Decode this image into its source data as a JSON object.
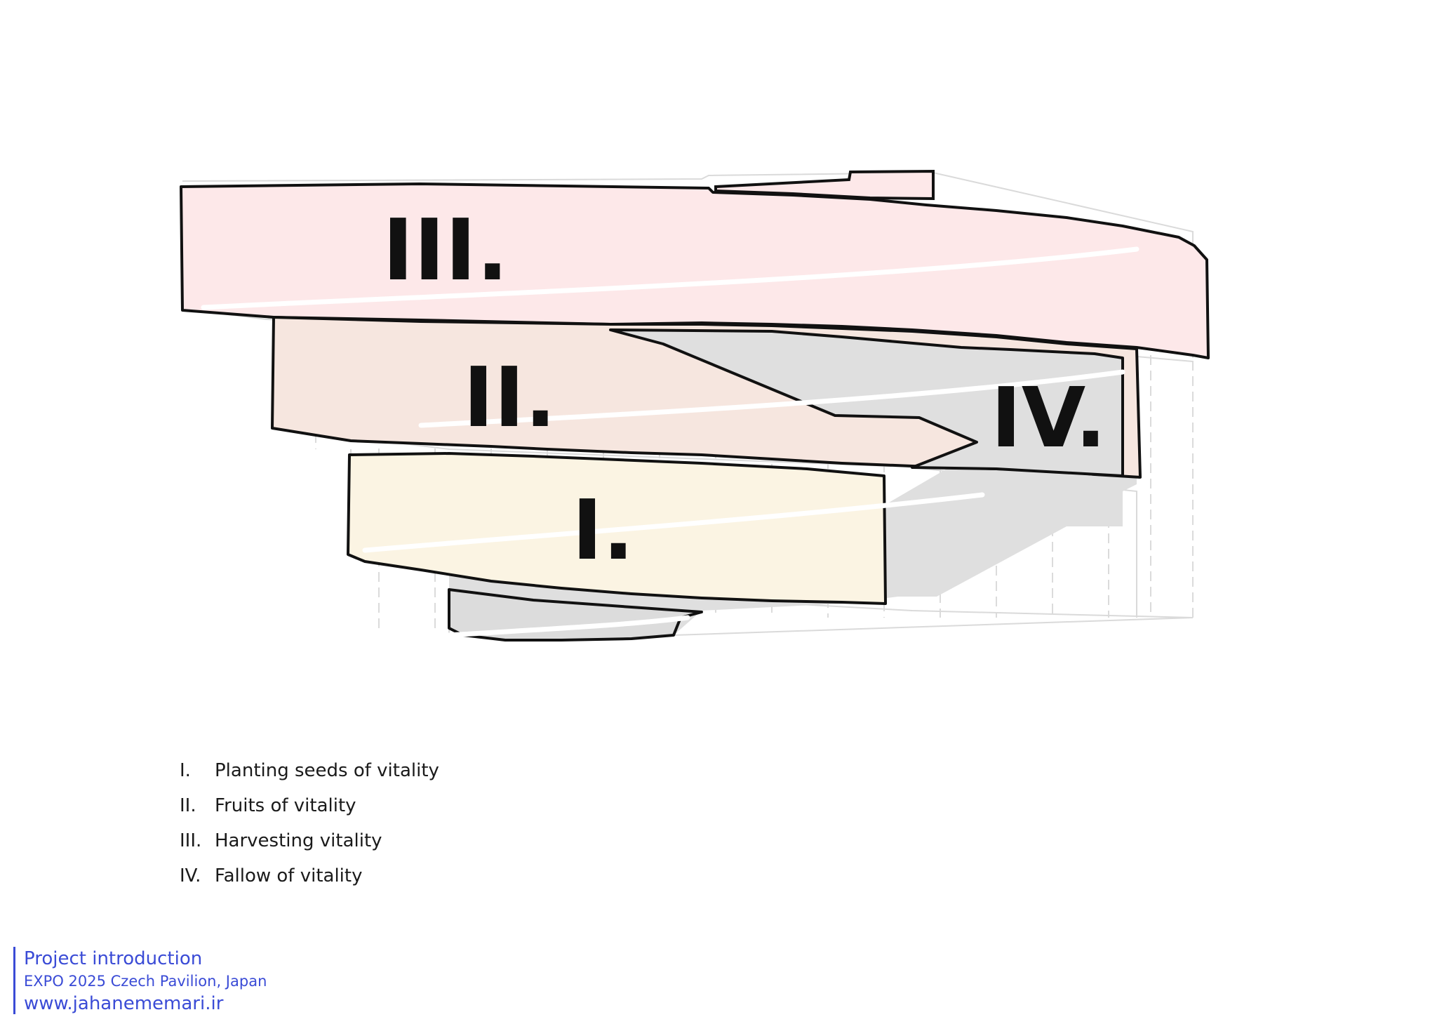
{
  "diagram": {
    "zones": [
      {
        "id": "iii",
        "label": "III.",
        "fill": "#fde8e9"
      },
      {
        "id": "ii",
        "label": "II.",
        "fill": "#f6e6df"
      },
      {
        "id": "i",
        "label": "I.",
        "fill": "#fbf4e3"
      },
      {
        "id": "iv",
        "label": "IV.",
        "fill": "#dfdfdf"
      }
    ],
    "outline_color": "#111111"
  },
  "legend": [
    {
      "num": "I.",
      "text": "Planting seeds of vitality"
    },
    {
      "num": "II.",
      "text": "Fruits of vitality"
    },
    {
      "num": "III.",
      "text": "Harvesting vitality"
    },
    {
      "num": "IV.",
      "text": "Fallow of vitality"
    }
  ],
  "footer": {
    "title": "Project introduction",
    "subtitle": "EXPO 2025 Czech Pavilion, Japan",
    "website": "www.jahanememari.ir",
    "color": "#3a4bd6"
  }
}
